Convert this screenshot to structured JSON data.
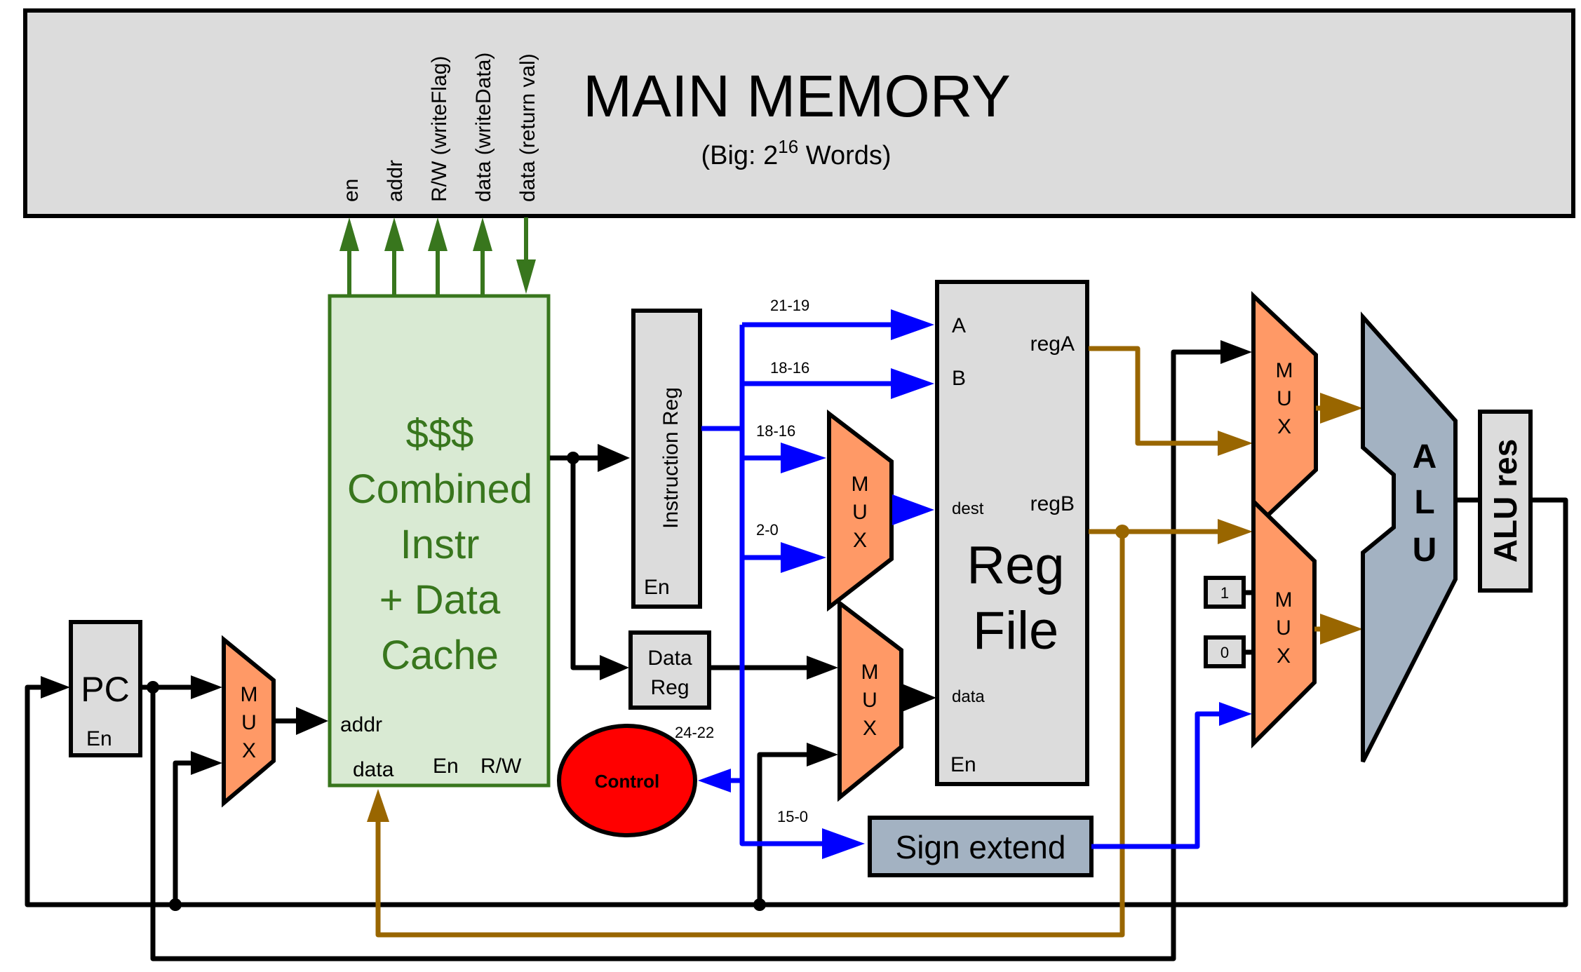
{
  "diagram": {
    "main_memory": {
      "title": "MAIN MEMORY",
      "subtitle_prefix": "(Big: 2",
      "subtitle_exponent": "16",
      "subtitle_suffix": " Words)",
      "ports": [
        "en",
        "addr",
        "R/W (writeFlag)",
        "data (writeData)",
        "data (return val)"
      ]
    },
    "cache": {
      "lines": [
        "$$$",
        "Combined",
        "Instr",
        "+ Data",
        "Cache"
      ],
      "addr_label": "addr",
      "data_label": "data",
      "en_label": "En",
      "rw_label": "R/W"
    },
    "pc": {
      "label": "PC",
      "en_label": "En"
    },
    "mux_label": [
      "M",
      "U",
      "X"
    ],
    "instruction_reg": {
      "label": "Instruction Reg",
      "en_label": "En"
    },
    "data_reg": {
      "line1": "Data",
      "line2": "Reg"
    },
    "control": {
      "label": "Control",
      "bits": "24-22"
    },
    "reg_file": {
      "line1": "Reg",
      "line2": "File",
      "port_a": "A",
      "port_b": "B",
      "port_dest": "dest",
      "port_data": "data",
      "port_en": "En",
      "out_rega": "regA",
      "out_regb": "regB"
    },
    "bit_fields": {
      "a": "21-19",
      "b": "18-16",
      "dest_mux_1": "18-16",
      "dest_mux_2": "2-0",
      "sign_ext": "15-0"
    },
    "sign_extend": {
      "label": "Sign extend"
    },
    "constants": {
      "one": "1",
      "zero": "0"
    },
    "alu": {
      "letters": [
        "A",
        "L",
        "U"
      ]
    },
    "alu_res": {
      "label": "ALU res"
    },
    "colors": {
      "control_path": "#0000ff",
      "data_path": "#996600",
      "memory_bus": "#38761d",
      "mux_fill": "#ff9966",
      "alu_fill": "#a3b2c2",
      "control_fill": "#ff0000",
      "cache_fill": "#d9ead3",
      "register_fill": "#dcdcdc"
    }
  }
}
